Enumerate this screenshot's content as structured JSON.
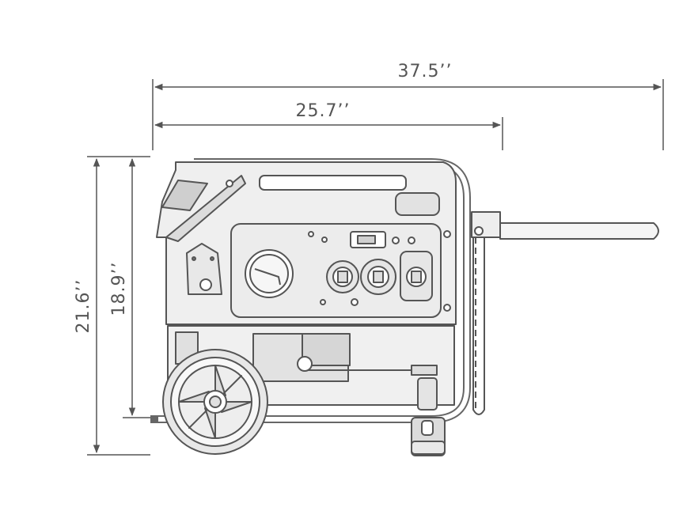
{
  "dimensions": {
    "overall_length": "37.5’’",
    "body_length": "25.7’’",
    "overall_height": "21.6’’",
    "body_height": "18.9’’"
  },
  "colors": {
    "line": "#555555",
    "fill_light": "#f2f2f2",
    "fill_mid": "#d8d8d8",
    "fill_dark": "#bdbdbd"
  }
}
